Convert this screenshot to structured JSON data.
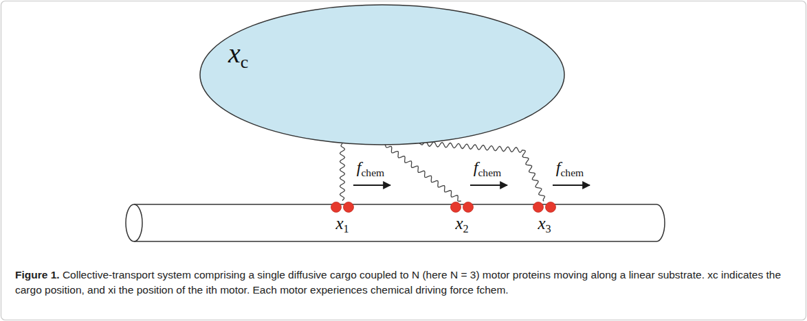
{
  "diagram": {
    "caption": "Figure 1. Collective-transport system comprising a single diffusive cargo coupled to N (here N = 3) motor proteins moving along a linear substrate. xc indicates the cargo position, and xi the position of the ith motor. Each motor experiences chemical driving force fchem.",
    "nodes": [
      {
        "text": [
          "xc"
        ]
      },
      {
        "text": [
          "x1"
        ]
      },
      {
        "text": [
          "x2"
        ]
      },
      {
        "text": [
          "x3"
        ]
      }
    ],
    "edges": [
      {
        "from": 0,
        "to": 1,
        "arrow": "none"
      },
      {
        "from": 0,
        "to": 2,
        "arrow": "none"
      },
      {
        "from": 0,
        "to": 3,
        "arrow": "none"
      }
    ],
    "labels": [
      "fchem",
      "fchem",
      "fchem"
    ]
  }
}
